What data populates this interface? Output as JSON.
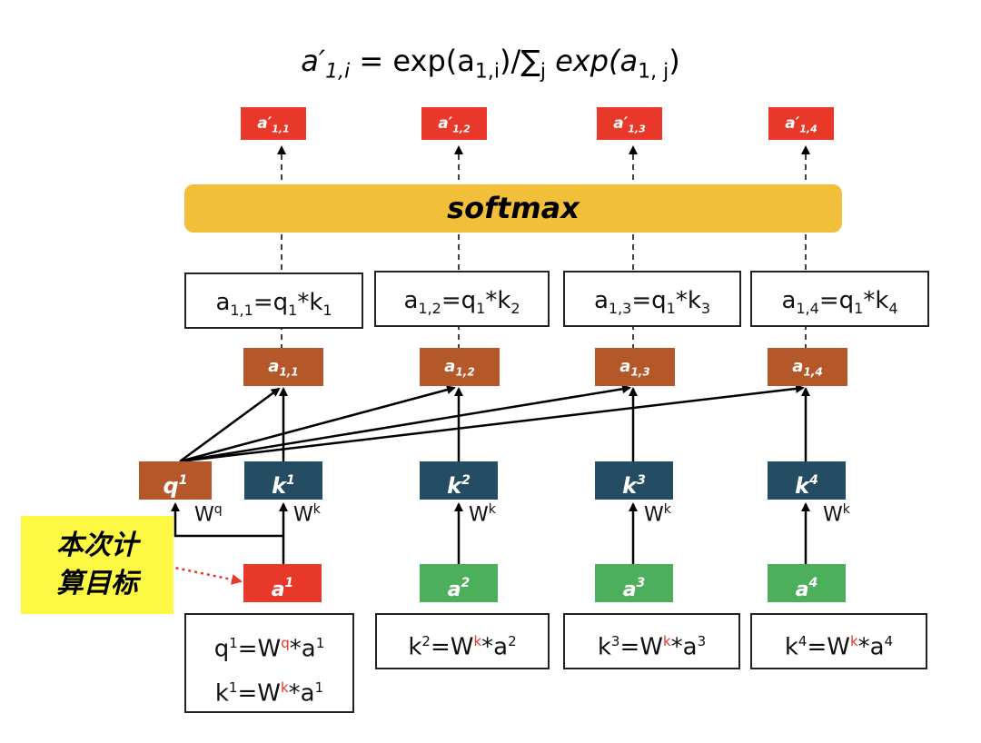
{
  "formula": {
    "lhs": "a′",
    "lhs_sub": "1,i",
    "mid": " = exp(a",
    "mid_sub": "1,i",
    "rhs1": ")/∑",
    "rhs_sum_sub": "j",
    "rhs2": " exp(a",
    "rhs2_sub": "1, j",
    "rhs3": ")"
  },
  "outputs": [
    {
      "label": "a′",
      "sub": "1,1"
    },
    {
      "label": "a′",
      "sub": "1,2"
    },
    {
      "label": "a′",
      "sub": "1,3"
    },
    {
      "label": "a′",
      "sub": "1,4"
    }
  ],
  "softmax": "softmax",
  "equations": [
    {
      "a": "a",
      "a_sub": "1,1",
      "eq": "=q",
      "q_sub": "1",
      "star": "*k",
      "k_sub": "1"
    },
    {
      "a": "a",
      "a_sub": "1,2",
      "eq": "=q",
      "q_sub": "1",
      "star": "*k",
      "k_sub": "2"
    },
    {
      "a": "a",
      "a_sub": "1,3",
      "eq": "=q",
      "q_sub": "1",
      "star": "*k",
      "k_sub": "3"
    },
    {
      "a": "a",
      "a_sub": "1,4",
      "eq": "=q",
      "q_sub": "1",
      "star": "*k",
      "k_sub": "4"
    }
  ],
  "scores": [
    {
      "label": "a",
      "sub": "1,1"
    },
    {
      "label": "a",
      "sub": "1,2"
    },
    {
      "label": "a",
      "sub": "1,3"
    },
    {
      "label": "a",
      "sub": "1,4"
    }
  ],
  "query": {
    "label": "q",
    "sup": "1"
  },
  "keys": [
    {
      "label": "k",
      "sup": "1"
    },
    {
      "label": "k",
      "sup": "2"
    },
    {
      "label": "k",
      "sup": "3"
    },
    {
      "label": "k",
      "sup": "4"
    }
  ],
  "weights": {
    "wq": {
      "w": "W",
      "sup": "q"
    },
    "wk": [
      {
        "w": "W",
        "sup": "k"
      },
      {
        "w": "W",
        "sup": "k"
      },
      {
        "w": "W",
        "sup": "k"
      },
      {
        "w": "W",
        "sup": "k"
      }
    ]
  },
  "inputs": [
    {
      "label": "a",
      "sup": "1"
    },
    {
      "label": "a",
      "sup": "2"
    },
    {
      "label": "a",
      "sup": "3"
    },
    {
      "label": "a",
      "sup": "4"
    }
  ],
  "target_note": {
    "line1": "本次计",
    "line2": "算目标"
  },
  "bottom_equations": {
    "b1_line1": {
      "q": "q",
      "q_sup": "1",
      "eq": "=W",
      "w_sup": "q",
      "star": "*a",
      "a_sup": "1"
    },
    "b1_line2": {
      "k": "k",
      "k_sup": "1",
      "eq": "=W",
      "w_sup": "k",
      "star": "*a",
      "a_sup": "1"
    },
    "b2": {
      "k": "k",
      "k_sup": "2",
      "eq": "=W",
      "w_sup": "k",
      "star": "*a",
      "a_sup": "2"
    },
    "b3": {
      "k": "k",
      "k_sup": "3",
      "eq": "=W",
      "w_sup": "k",
      "star": "*a",
      "a_sup": "3"
    },
    "b4": {
      "k": "k",
      "k_sup": "4",
      "eq": "=W",
      "w_sup": "k",
      "star": "*a",
      "a_sup": "4"
    }
  },
  "colors": {
    "output_red": "#e8382a",
    "softmax_yellow": "#f2bf3a",
    "score_brown": "#b4582a",
    "key_navy": "#244d63",
    "input_green": "#4caf5c",
    "note_yellow": "#fcf844"
  }
}
